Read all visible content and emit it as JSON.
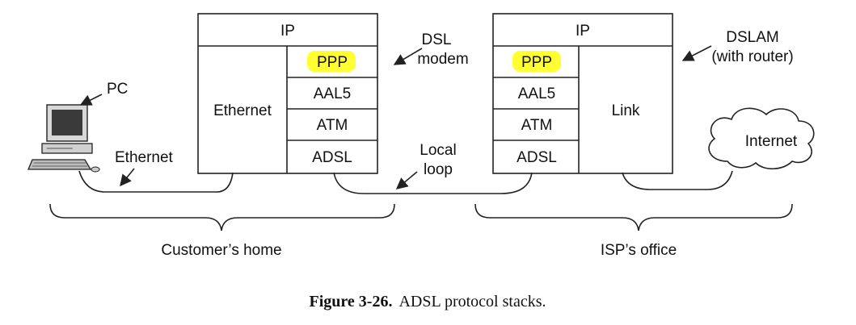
{
  "modem_stack": {
    "top": "IP",
    "left": "Ethernet",
    "right": [
      "PPP",
      "AAL5",
      "ATM",
      "ADSL"
    ]
  },
  "dslam_stack": {
    "top": "IP",
    "left": [
      "PPP",
      "AAL5",
      "ATM",
      "ADSL"
    ],
    "right": "Link"
  },
  "labels": {
    "pc": "PC",
    "ethernet_cable": "Ethernet",
    "dsl_modem_line1": "DSL",
    "dsl_modem_line2": "modem",
    "local_loop_line1": "Local",
    "local_loop_line2": "loop",
    "dslam_line1": "DSLAM",
    "dslam_line2": "(with router)",
    "internet": "Internet",
    "customers_home": "Customer’s home",
    "isps_office": "ISP’s office"
  },
  "caption": {
    "number": "Figure 3-26.",
    "text": "ADSL protocol stacks."
  },
  "colors": {
    "highlight": "#ffff33"
  }
}
